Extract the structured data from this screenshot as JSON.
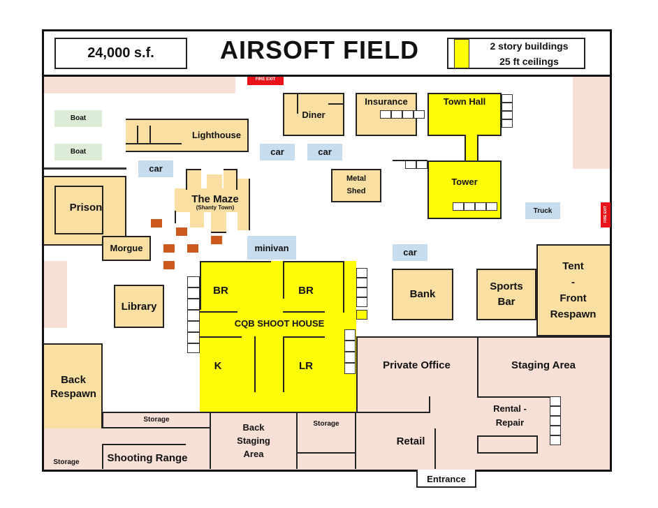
{
  "header": {
    "area": "24,000 s.f.",
    "title": "AIRSOFT FIELD",
    "legend_line1": "2 story buildings",
    "legend_line2": "25 ft ceilings",
    "legend_color": "#fffd06"
  },
  "fire_exit_top": "FIRE EXIT",
  "fire_exit_right": "FIRE EXIT",
  "rooms": {
    "diner": "Diner",
    "insurance": "Insurance",
    "town_hall": "Town Hall",
    "lighthouse": "Lighthouse",
    "boat1": "Boat",
    "boat2": "Boat",
    "car1": "car",
    "car2": "car",
    "car3": "car",
    "car4": "car",
    "metal_shed_1": "Metal",
    "metal_shed_2": "Shed",
    "tower": "Tower",
    "truck": "Truck",
    "prison": "Prison",
    "maze": "The Maze",
    "maze_sub": "(Shanty Town)",
    "morgue": "Morgue",
    "minivan": "minivan",
    "library": "Library",
    "br1": "BR",
    "br2": "BR",
    "cqb": "CQB SHOOT HOUSE",
    "k": "K",
    "lr": "LR",
    "bank": "Bank",
    "sports1": "Sports",
    "sports2": "Bar",
    "tent1": "Tent",
    "tent2": "-",
    "tent3": "Front",
    "tent4": "Respawn",
    "private_office": "Private Office",
    "staging_area": "Staging Area",
    "back_respawn1": "Back",
    "back_respawn2": "Respawn",
    "storage1": "Storage",
    "storage2": "Storage",
    "storage3": "Storage",
    "back_staging1": "Back",
    "back_staging2": "Staging",
    "back_staging3": "Area",
    "shooting_range": "Shooting Range",
    "retail": "Retail",
    "rental1": "Rental -",
    "rental2": "Repair",
    "entrance": "Entrance"
  },
  "colors": {
    "beige": "#f9dfa2",
    "pink": "#f8e0d6",
    "yellow": "#fffd06",
    "vehicle": "#c8dcf0",
    "boat": "#dcecd6",
    "crate": "#cc5a1d",
    "fire_exit": "#e8141a"
  }
}
